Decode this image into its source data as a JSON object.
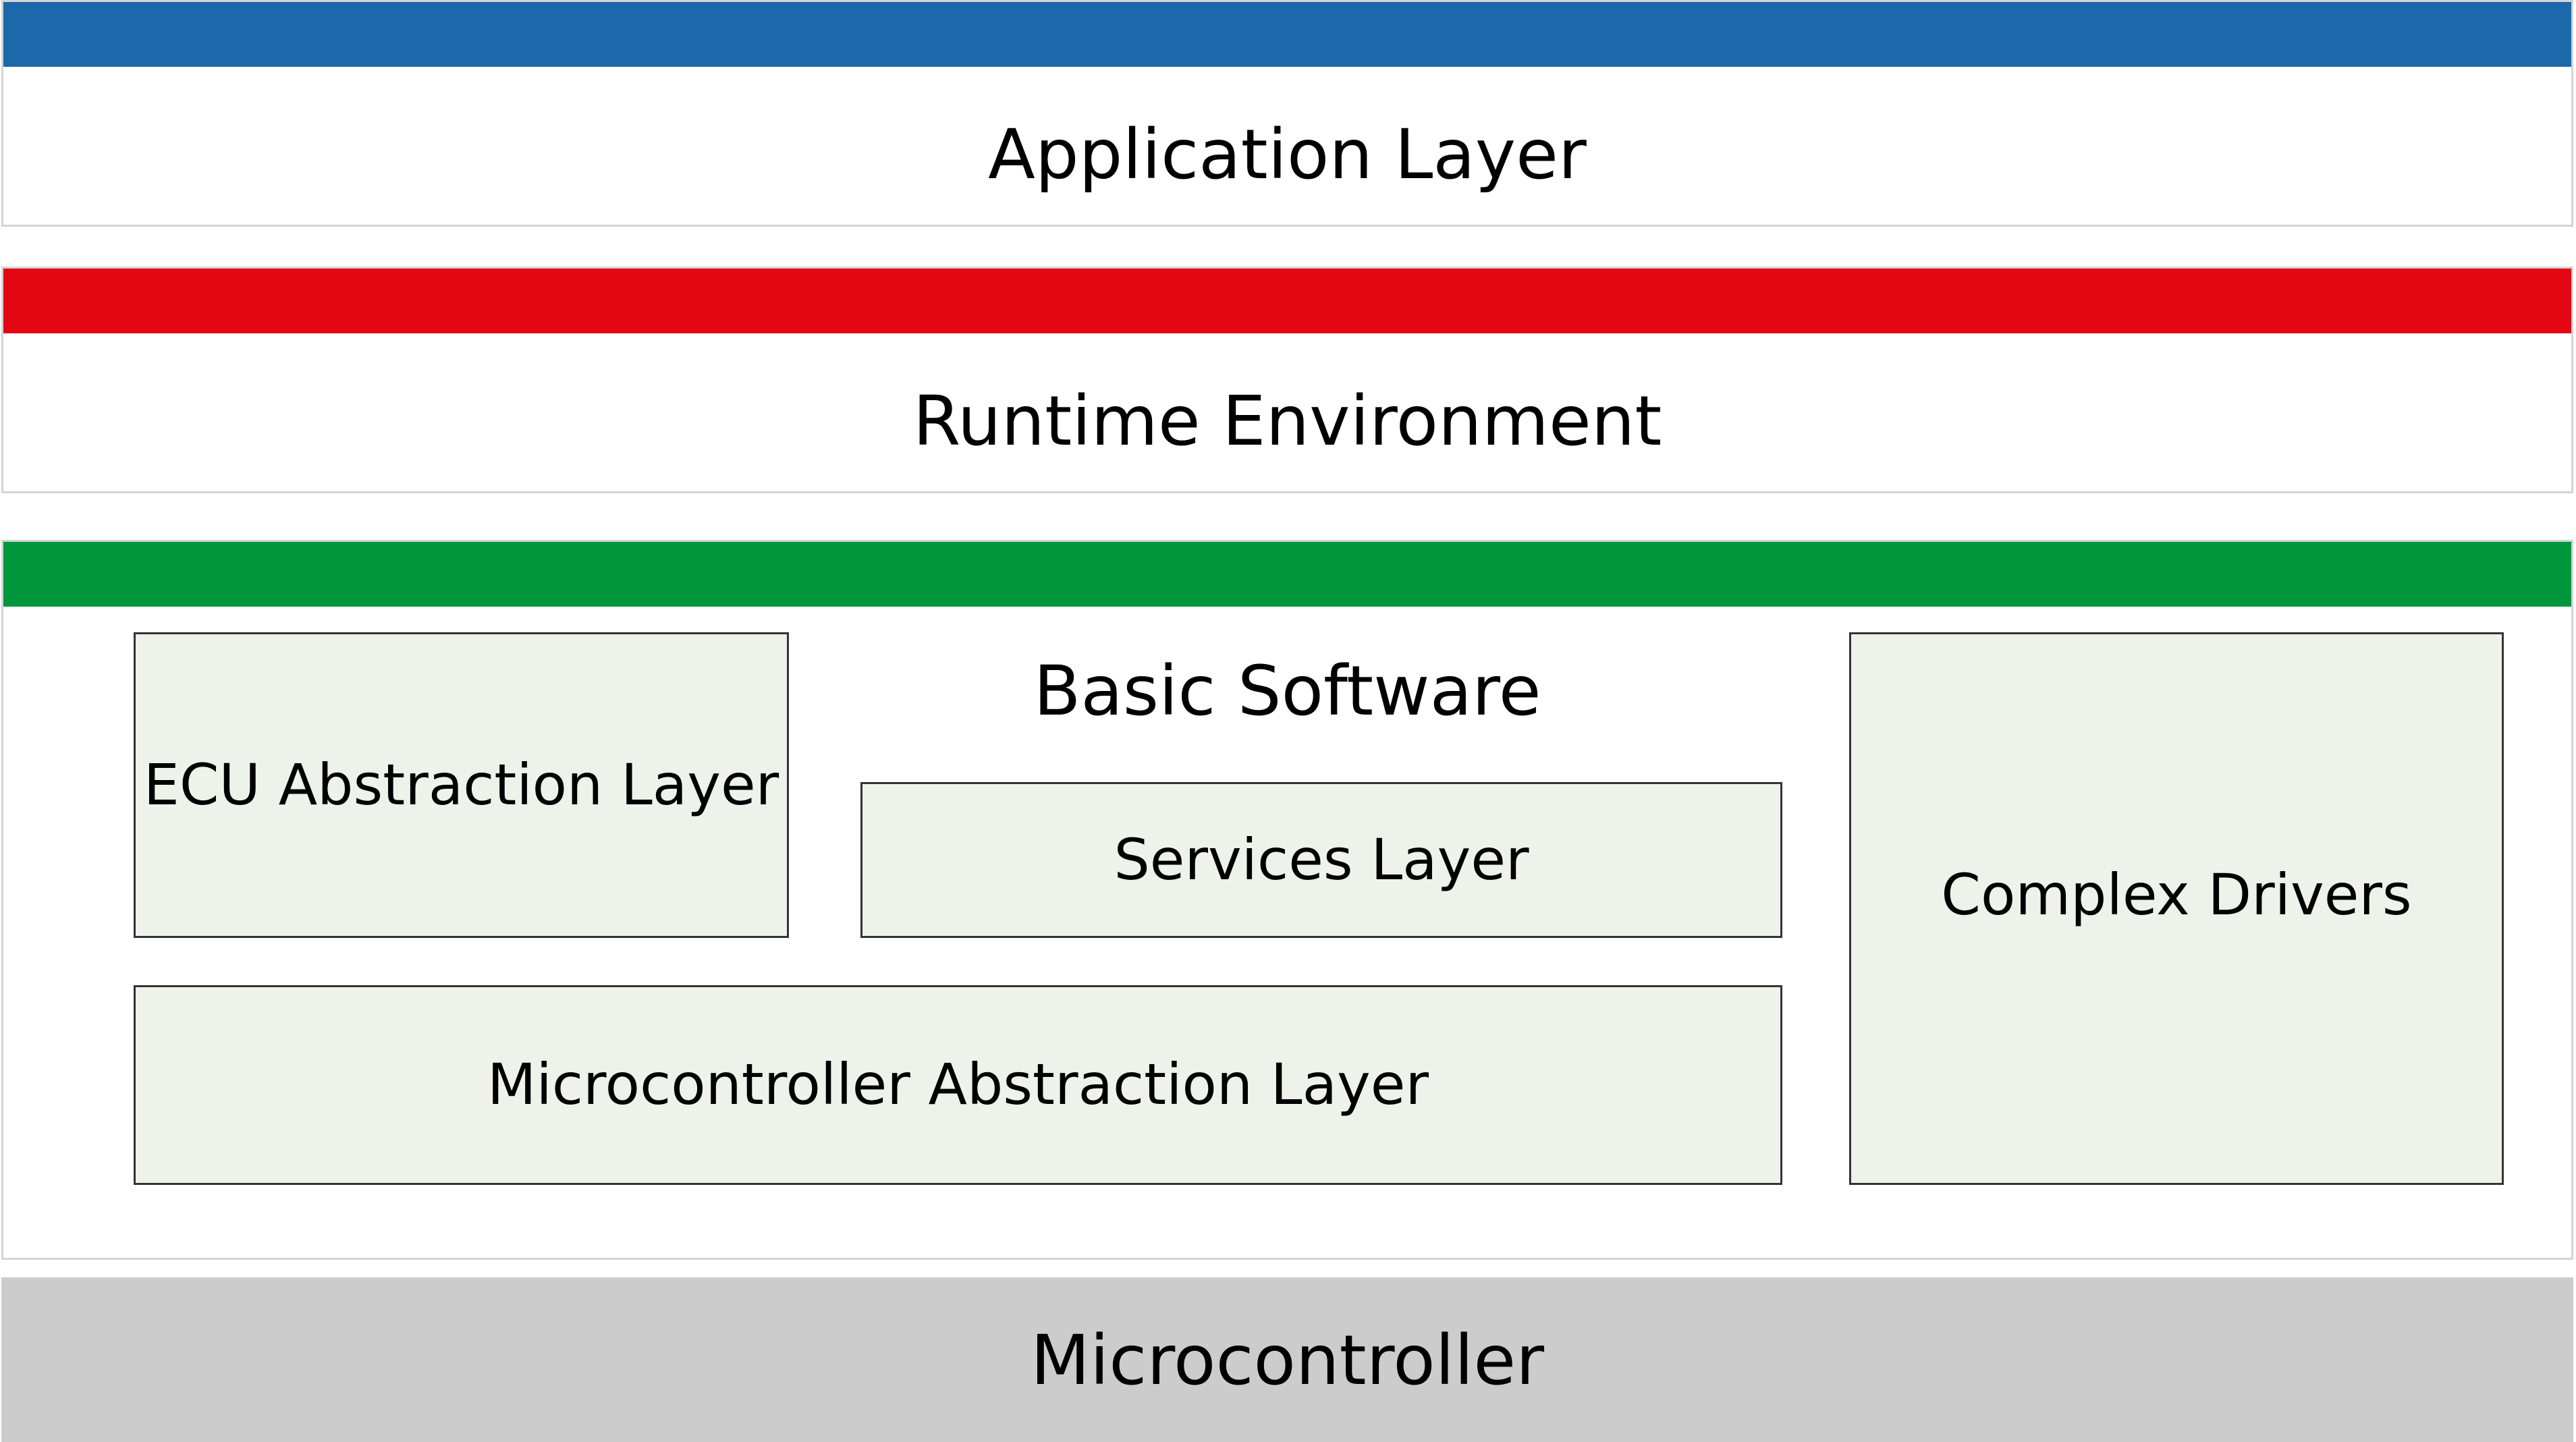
{
  "diagram": {
    "layers": {
      "application": {
        "title": "Application Layer",
        "bar_color": "#1b68aa"
      },
      "runtime": {
        "title": "Runtime Environment",
        "bar_color": "#e30613"
      },
      "basic_software": {
        "title": "Basic Software",
        "bar_color": "#00963c",
        "modules": {
          "ecu_abstraction": "ECU Abstraction Layer",
          "services": "Services Layer",
          "microcontroller_abstraction": "Microcontroller Abstraction Layer",
          "complex_drivers": "Complex Drivers"
        },
        "module_fill_color": "#edf3ea"
      },
      "microcontroller": {
        "title": "Microcontroller",
        "fill_color": "#cccccc"
      }
    }
  }
}
